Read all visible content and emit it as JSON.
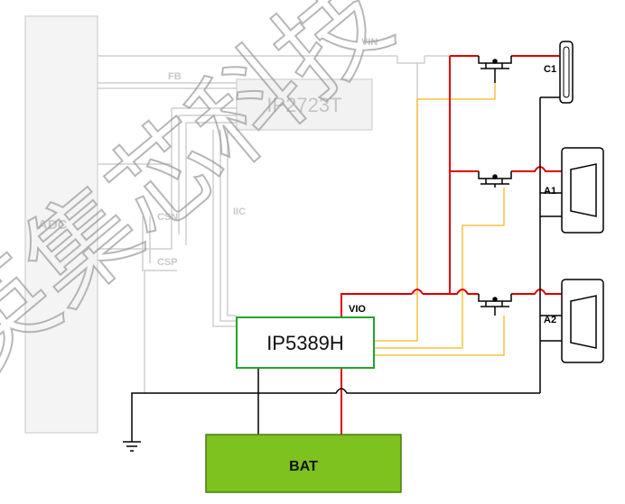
{
  "labels": {
    "vin": "VIN",
    "fb": "FB",
    "iic": "IIC",
    "csn": "CSN",
    "csp": "CSP",
    "adc": "ADC",
    "vio": "VIO",
    "c1": "C1",
    "a1": "A1",
    "a2": "A2"
  },
  "chips": {
    "ip2723t": "IP2723T",
    "ip5389h": "IP5389H",
    "bat": "BAT"
  },
  "watermark": {
    "text": "英集芯科技"
  },
  "colors": {
    "red": "#e00000",
    "yellow": "#f5c242",
    "black": "#000000",
    "gray": "#c8c8c8",
    "green_border": "#21a336",
    "battery_fill": "#7dc21e"
  }
}
